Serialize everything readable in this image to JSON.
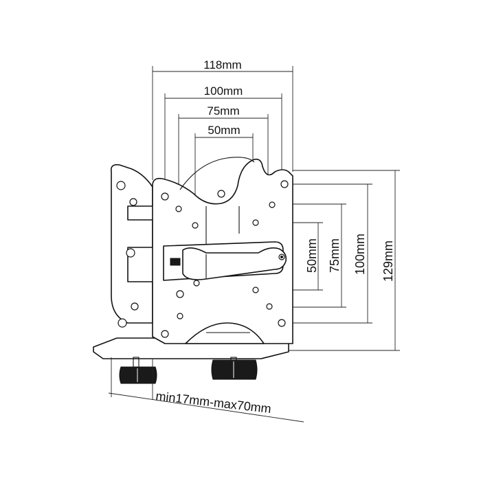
{
  "dimensions": {
    "width_118": "118mm",
    "width_100": "100mm",
    "width_75": "75mm",
    "width_50": "50mm",
    "height_50": "50mm",
    "height_75": "75mm",
    "height_100": "100mm",
    "height_129": "129mm",
    "clamp_range": "min17mm-max70mm"
  }
}
